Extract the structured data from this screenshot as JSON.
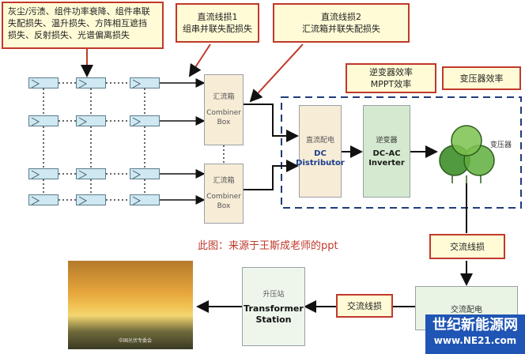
{
  "annotations": {
    "losses_note": [
      "灰尘/污渍、组件功率衰降、组件串联",
      "失配损失、温升损失、方阵相互遮挡",
      "损失、反射损失、光谱偏离损失"
    ],
    "dc_loss_1": [
      "直流线损1",
      "组串并联失配损失"
    ],
    "dc_loss_2": [
      "直流线损2",
      "汇流箱并联失配损失"
    ],
    "inverter_eff": [
      "逆变器效率",
      "MPPT效率"
    ],
    "transformer_eff": "变压器效率",
    "ac_loss_1": "交流线损",
    "ac_loss_2": "交流线损"
  },
  "nodes": {
    "combiner_top": {
      "cn": "汇流箱",
      "en": [
        "Combiner",
        "Box"
      ]
    },
    "combiner_bottom": {
      "cn": "汇流箱",
      "en": [
        "Combiner",
        "Box"
      ]
    },
    "dc_distributor": {
      "cn": "直流配电",
      "en": [
        "DC",
        "Distributor"
      ]
    },
    "inverter": {
      "cn": "逆变器",
      "en": [
        "DC-AC",
        "Inverter"
      ]
    },
    "transformer": {
      "cn": "变压器"
    },
    "ac_distribution": {
      "cn": "交流配电"
    },
    "transformer_station": {
      "cn": "升压站",
      "en": [
        "Transformer",
        "Station"
      ]
    }
  },
  "caption": "此图：来源于王斯成老师的ppt",
  "photo_watermark": "中国光伏专委会",
  "brand": {
    "line1": "世纪新能源网",
    "line2": "www.NE21.com"
  },
  "colors": {
    "note_border": "#c0392b",
    "note_fill": "#fffbd6",
    "panel_fill": "#cfe8f1",
    "dashed_border": "#1f3c7a",
    "brand_blue": "#1f55b5"
  }
}
